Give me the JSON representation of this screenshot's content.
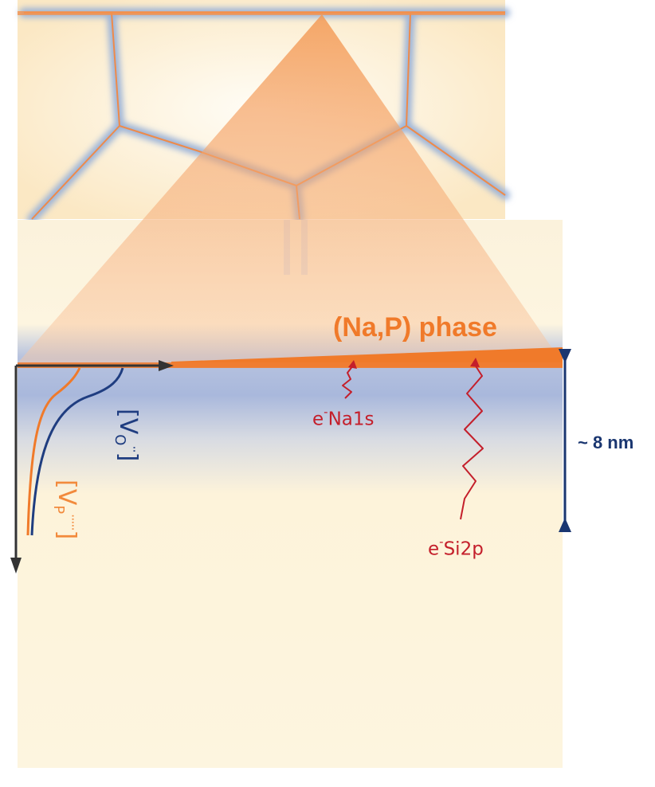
{
  "diagram": {
    "phase_label": "(Na,P) phase",
    "thickness_label": "~ 8 nm",
    "emitters": [
      {
        "base": "e",
        "sup": "-",
        "sub": "Na1s"
      },
      {
        "base": "e",
        "sup": "-",
        "sub": "Si2p"
      }
    ],
    "profiles": [
      {
        "bracket_open": "[",
        "base": "V",
        "sub": "O",
        "sup": "··",
        "bracket_close": "]",
        "color": "#1f3d80"
      },
      {
        "bracket_open": "[",
        "base": "V",
        "sub": "P",
        "sup": "·····",
        "bracket_close": "]",
        "color": "#f28a3c"
      }
    ],
    "colors": {
      "phase_orange": "#f07a2a",
      "grain_blue": "#9bb3d8",
      "background_cream": "#fdf4dc",
      "emission_red": "#c41f2b",
      "scale_navy": "#1a3670"
    }
  }
}
